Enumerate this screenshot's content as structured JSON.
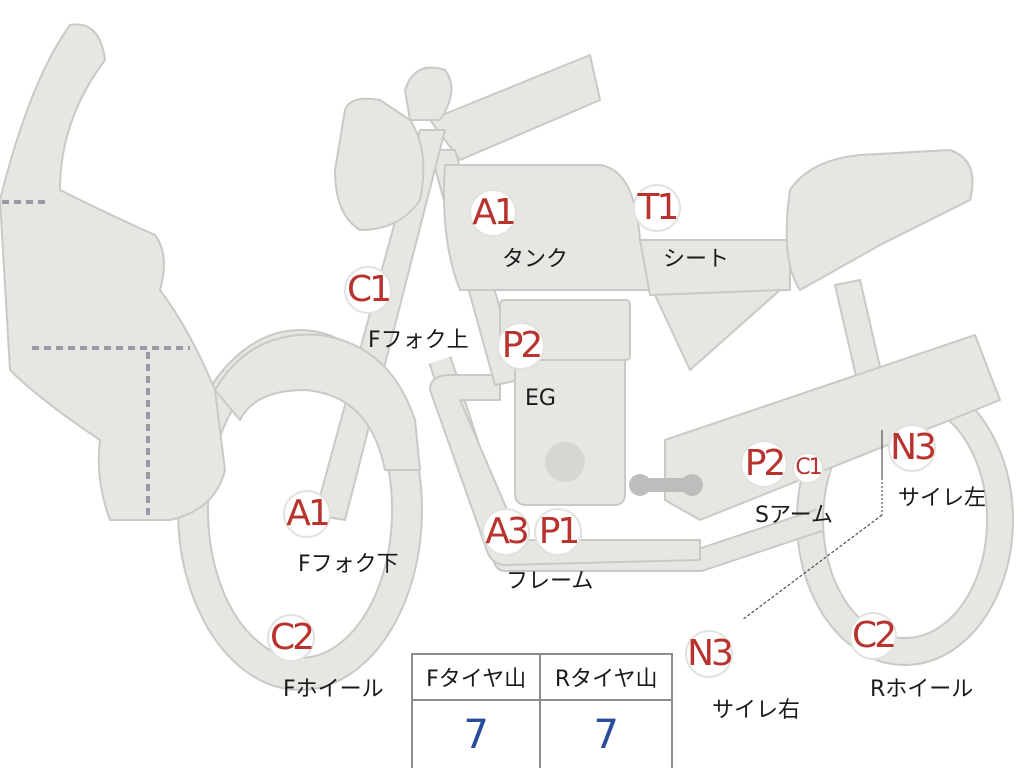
{
  "badges": {
    "a1_tank": "A1",
    "t1_seat": "T1",
    "c1_ffork_upper": "C1",
    "p2_engine": "P2",
    "a1_ffork_lower": "A1",
    "c2_fwheel": "C2",
    "a3_frame": "A3",
    "p1_frame": "P1",
    "p2_swingarm": "P2",
    "c1_swingarm": "C1",
    "n3_side_left": "N3",
    "n3_side_right": "N3",
    "c2_rwheel": "C2"
  },
  "labels": {
    "tank": "タンク",
    "seat": "シート",
    "ffork_upper": "Fフォク上",
    "engine": "EG",
    "ffork_lower": "Fフォク下",
    "fwheel": "Fホイール",
    "frame": "フレーム",
    "swingarm": "Sアーム",
    "side_left": "サイレ左",
    "side_right": "サイレ右",
    "rwheel": "Rホイール"
  },
  "tire_table": {
    "headers": [
      "Fタイヤ山",
      "Rタイヤ山"
    ],
    "values": [
      "7",
      "7"
    ]
  },
  "colors": {
    "part_fill": "#e6e6e3",
    "part_stroke": "#c9c9c5",
    "badge_text": "#b8322e",
    "value_text": "#2b4c9a"
  }
}
